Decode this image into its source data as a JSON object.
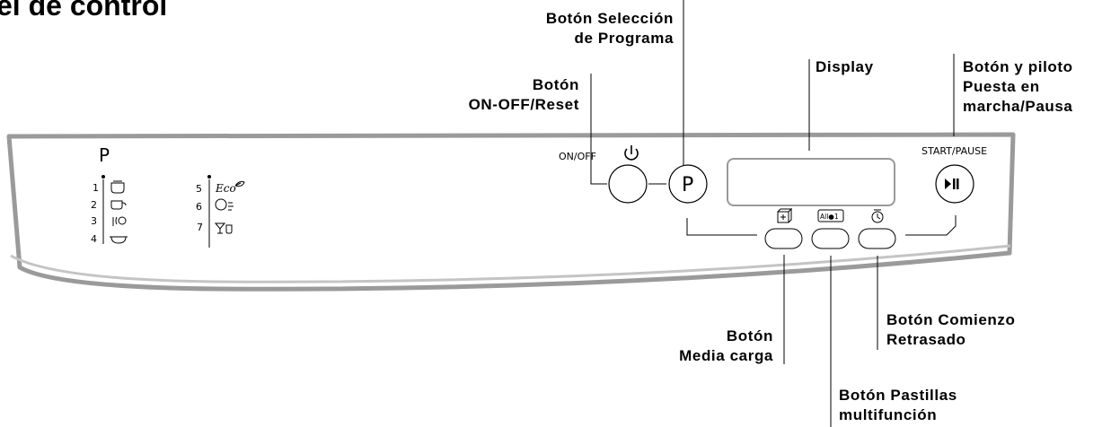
{
  "heading": "el de control",
  "callouts": {
    "program_button": [
      "Botón Selección",
      "de Programa"
    ],
    "onoff_button": [
      "Botón",
      "ON-OFF/Reset"
    ],
    "display": [
      "Display"
    ],
    "start_pause": [
      "Botón y piloto",
      "Puesta en",
      "marcha/Pausa"
    ],
    "half_load": [
      "Botón",
      "Media carga"
    ],
    "delayed_start": [
      "Botón Comienzo",
      "Retrasado"
    ],
    "multi_tablets": [
      "Botón Pastillas",
      "multifunción"
    ]
  },
  "panel": {
    "onoff_label": "ON/OFF",
    "program_letter": "P",
    "program_button_letter": "P",
    "start_pause_label": "START/PAUSE",
    "multi_tablet_icon_text": "All●1",
    "programs_left": [
      "1",
      "2",
      "3",
      "4"
    ],
    "programs_right": [
      "5",
      "6",
      "7"
    ],
    "eco_text": "Eco"
  },
  "icons": [
    "power-icon",
    "play-pause-icon",
    "half-load-icon",
    "multi-tablet-icon",
    "delay-clock-icon"
  ]
}
